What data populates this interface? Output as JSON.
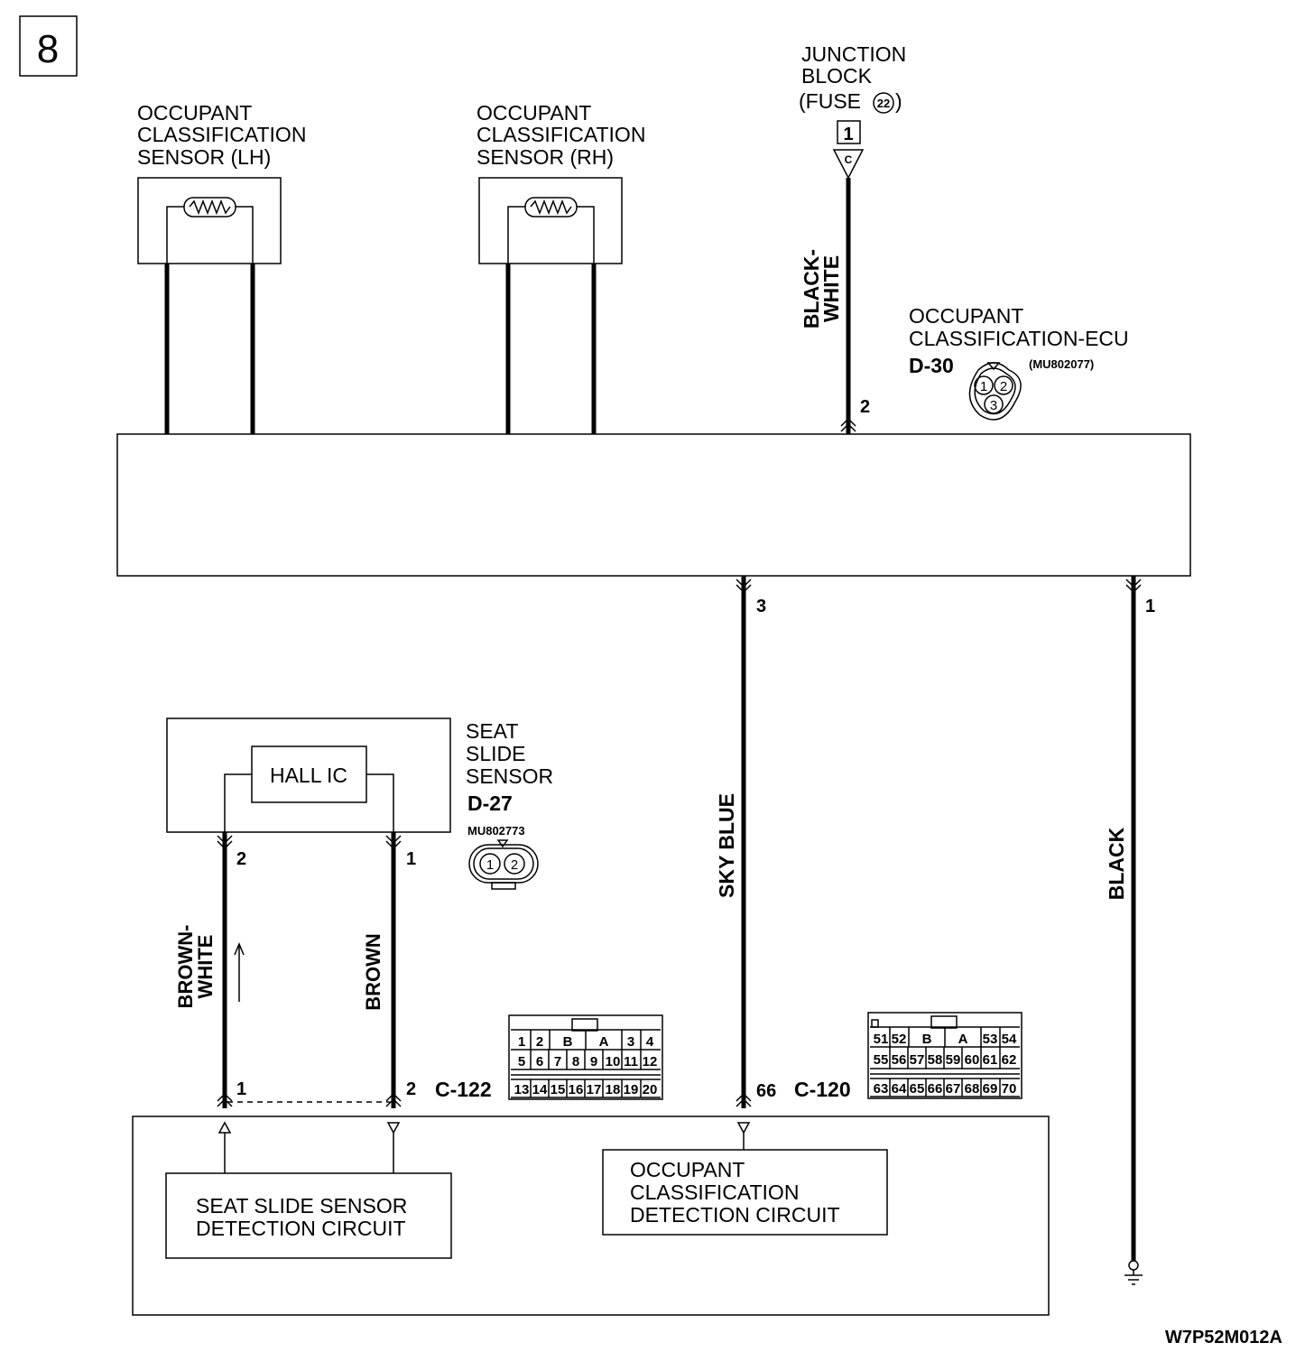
{
  "page_number": "8",
  "drawing_code": "W7P52M012A",
  "components": {
    "sensor_lh": {
      "line1": "OCCUPANT",
      "line2": "CLASSIFICATION",
      "line3": "SENSOR (LH)"
    },
    "sensor_rh": {
      "line1": "OCCUPANT",
      "line2": "CLASSIFICATION",
      "line3": "SENSOR (RH)"
    },
    "junction_block": {
      "line1": "JUNCTION",
      "line2": "BLOCK",
      "line3": "(FUSE",
      "line3_end": ")",
      "fuse_number": "22",
      "terminal": "1",
      "connector_letter": "C"
    },
    "ecu": {
      "line1": "OCCUPANT",
      "line2": "CLASSIFICATION-ECU",
      "connector": "D-30",
      "part_no": "(MU802077)",
      "pins": [
        "1",
        "2",
        "3"
      ]
    },
    "seat_slide_sensor": {
      "line1": "SEAT",
      "line2": "SLIDE",
      "line3": "SENSOR",
      "connector": "D-27",
      "part_no": "MU802773",
      "inner": "HALL IC",
      "pins": [
        "1",
        "2"
      ]
    },
    "seat_slide_circuit": {
      "line1": "SEAT SLIDE SENSOR",
      "line2": "DETECTION CIRCUIT"
    },
    "occupant_circuit": {
      "line1": "OCCUPANT",
      "line2": "CLASSIFICATION",
      "line3": "DETECTION CIRCUIT"
    }
  },
  "wires": {
    "black_white": {
      "line1": "BLACK-",
      "line2": "WHITE",
      "pin_ecu": "2"
    },
    "sky_blue": {
      "label": "SKY BLUE",
      "pin_top": "3",
      "pin_bottom": "66"
    },
    "black": {
      "label": "BLACK",
      "pin_top": "1"
    },
    "brown_white": {
      "line1": "BROWN-",
      "line2": "WHITE",
      "pin_top": "2",
      "pin_bottom": "1"
    },
    "brown": {
      "label": "BROWN",
      "pin_top": "1",
      "pin_bottom": "2"
    }
  },
  "connectors": {
    "c122": {
      "label": "C-122",
      "top_row": [
        "1",
        "2",
        "B",
        "A",
        "3",
        "4"
      ],
      "mid_row": [
        "5",
        "6",
        "7",
        "8",
        "9",
        "10",
        "11",
        "12"
      ],
      "bot_row": [
        "13",
        "14",
        "15",
        "16",
        "17",
        "18",
        "19",
        "20"
      ]
    },
    "c120": {
      "label": "C-120",
      "top_row": [
        "51",
        "52",
        "B",
        "A",
        "53",
        "54"
      ],
      "mid_row": [
        "55",
        "56",
        "57",
        "58",
        "59",
        "60",
        "61",
        "62"
      ],
      "bot_row": [
        "63",
        "64",
        "65",
        "66",
        "67",
        "68",
        "69",
        "70"
      ]
    }
  }
}
